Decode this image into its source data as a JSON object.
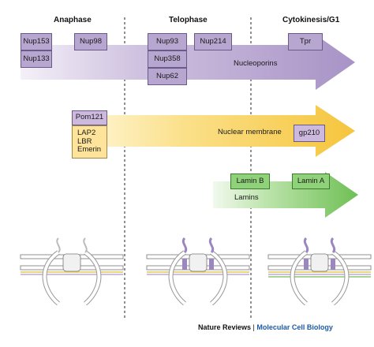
{
  "stages": [
    "Anaphase",
    "Telophase",
    "Cytokinesis/G1"
  ],
  "nucleoporins": {
    "label": "Nucleoporins",
    "proteins": [
      "Nup153",
      "Nup133",
      "Nup98",
      "Nup93",
      "Nup358",
      "Nup62",
      "Nup214",
      "Tpr"
    ],
    "color": "#b7a6cf"
  },
  "nuclear_membrane": {
    "label": "Nuclear membrane",
    "proteins": [
      "Pom121",
      "LAP2",
      "LBR",
      "Emerin",
      "gp210"
    ],
    "color": "#f7c94a"
  },
  "lamins": {
    "label": "Lamins",
    "proteins": [
      "Lamin B",
      "Lamin A"
    ],
    "color": "#7fc46a"
  },
  "footer": {
    "publisher": "Nature Reviews",
    "separator": "|",
    "journal": "Molecular Cell Biology"
  }
}
